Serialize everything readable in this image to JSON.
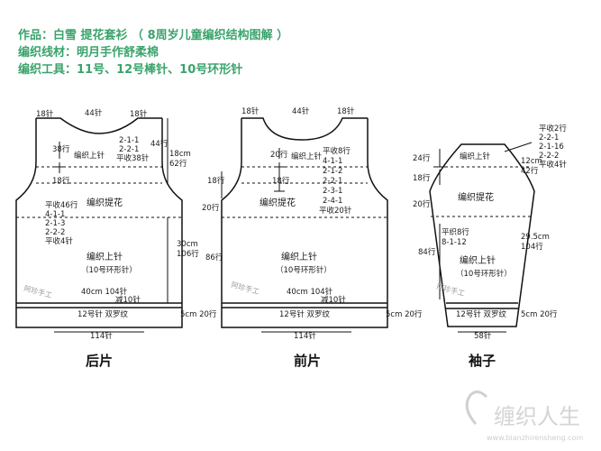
{
  "header": {
    "title": "作品：白雪  提花套衫  （ 8周岁儿童编织结构图解 ）",
    "yarn": "编织线材：明月手作舒柔棉",
    "tools": "编织工具：11号、12号棒针、10号环形针"
  },
  "back_piece": {
    "name": "后片",
    "shoulder_left": "18针",
    "neck_width": "44针",
    "shoulder_right": "18针",
    "neck_rows": "38行",
    "neck_decrease": [
      "2-1-1",
      "2-2-1",
      "平收38针"
    ],
    "neck_depth": "44行",
    "upper_label": "编织上针",
    "upper_len": [
      "18cm",
      "62行"
    ],
    "mid_rows": "18行",
    "jacquard_label": "编织提花",
    "armhole_decrease": [
      "平收46行",
      "4-1-1",
      "2-1-3",
      "2-2-2",
      "平收4针"
    ],
    "lower_label": "编织上针",
    "lower_needle": "（10号环形针）",
    "lower_len": [
      "30cm",
      "106行"
    ],
    "waist": "40cm 104针",
    "decrease": "减10针",
    "rib_label": "12号针 双罗纹",
    "rib_len": "5cm 20行",
    "bottom_width": "114针"
  },
  "front_piece": {
    "name": "前片",
    "shoulder_left": "18针",
    "neck_width": "44针",
    "shoulder_right": "18针",
    "neck_rows": "20行",
    "neck_label": "编织上针",
    "neck_decrease": [
      "平收8行",
      "4-1-1",
      "2-1-2",
      "2-2-1",
      "2-3-1",
      "2-4-1",
      "平收20针"
    ],
    "side_rows_top": "18行",
    "mid_rows": "18行",
    "jacquard_label": "编织提花",
    "side_rows_jq": "20行",
    "lower_label": "编织上针",
    "lower_needle": "（10号环形针）",
    "side_rows_low": "86行",
    "waist": "40cm 104针",
    "decrease": "减10针",
    "rib_label": "12号针 双罗纹",
    "rib_len": "5cm 20行",
    "bottom_width": "114针"
  },
  "sleeve": {
    "name": "袖子",
    "cap_decrease": [
      "平收2行",
      "2-2-1",
      "2-1-16",
      "2-2-2",
      "平收4针"
    ],
    "cap_rows": "24行",
    "upper_label": "编织上针",
    "cap_len": [
      "12cm",
      "42行"
    ],
    "mid_rows": "18行",
    "jacquard_label": "编织提花",
    "jq_rows": "20行",
    "increase": [
      "平织8行",
      "8-1-12"
    ],
    "lower_rows": "84行",
    "lower_label": "编织上针",
    "lower_needle": "（10号环形针）",
    "lower_len": [
      "29.5cm",
      "104行"
    ],
    "rib_label": "12号针 双罗纹",
    "rib_len": "5cm 20行",
    "bottom_width": "58针"
  },
  "watermarks": [
    "阿珍手工",
    "阿珍手工",
    "阿珍手工"
  ],
  "brand": {
    "logo": "缠织人生",
    "url": "www.bianzhirensheng.com"
  }
}
